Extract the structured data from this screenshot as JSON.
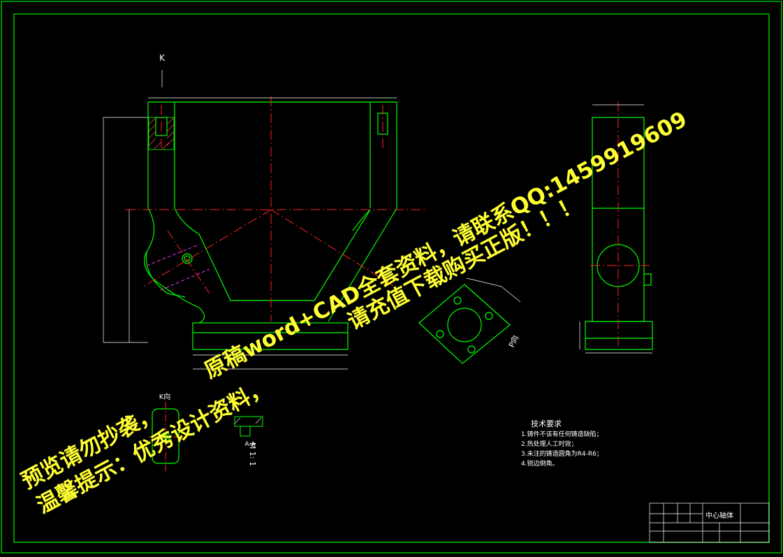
{
  "drawing": {
    "title": "中心轴体",
    "view_labels": {
      "k": "K",
      "p_view": "P向",
      "k_view": "K向",
      "section_a": "A-A",
      "scale": "M 1: 1"
    },
    "tech_requirements": {
      "heading": "技术要求",
      "items": [
        "1.铸件不该有任何铸造缺陷；",
        "2.热处理人工时效；",
        "3.未注的铸造圆角为R4-R6；",
        "4.锐边倒角。"
      ]
    },
    "watermark": {
      "line1": "原稿word+CAD全套资料，请联系QQ:1459919609",
      "line2": "请充值下载购买正版！！！",
      "line3": "预览请勿抄袭，",
      "line4": "温馨提示：优秀设计资料，"
    },
    "colors": {
      "border": "#00c000",
      "outline": "#00ff00",
      "center": "#ff2020",
      "dim": "#ffffff",
      "hidden": "#ff40ff",
      "watermark": "#ffff33"
    }
  }
}
